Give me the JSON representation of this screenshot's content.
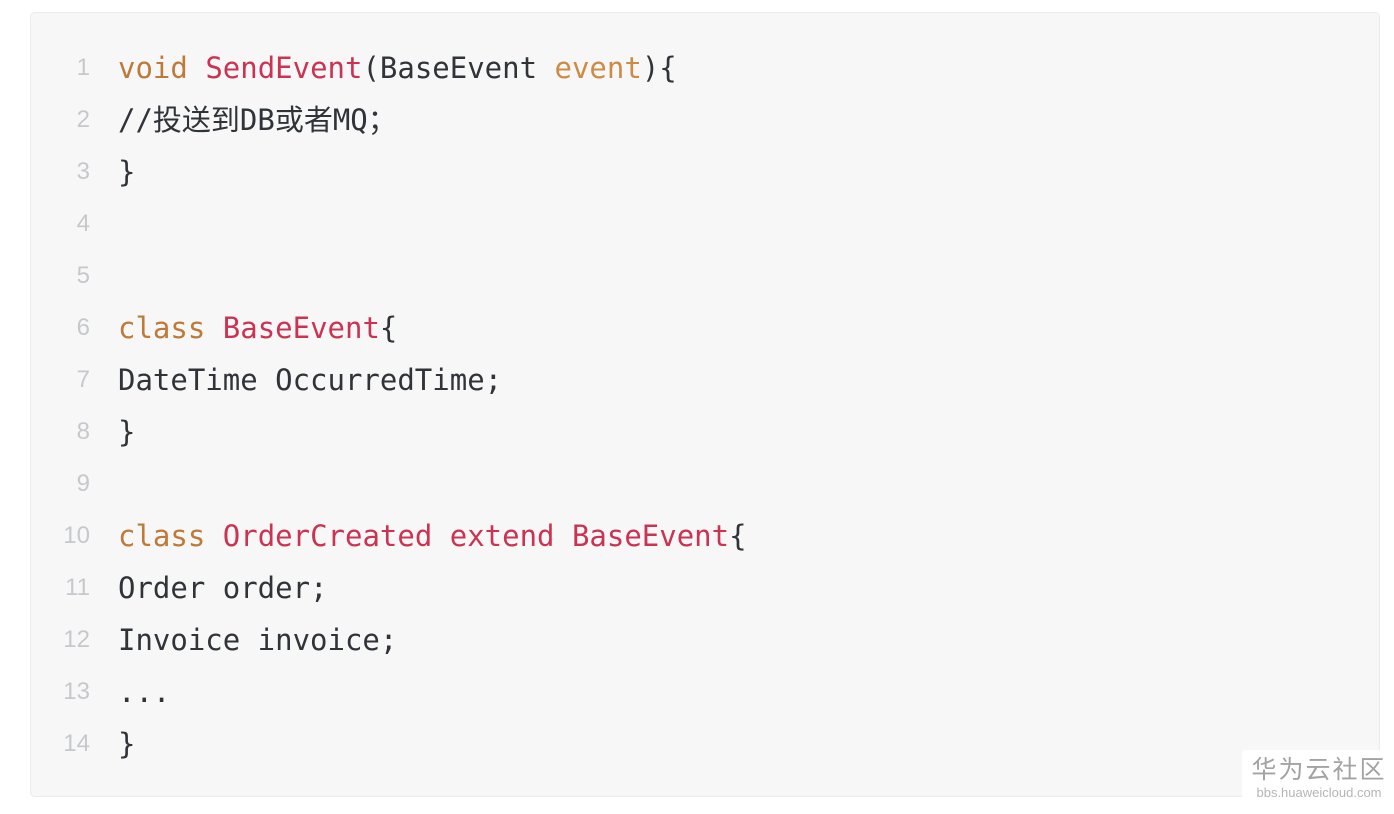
{
  "colors": {
    "page_bg": "#ffffff",
    "panel_bg": "#f7f7f8",
    "panel_border": "#ebebed",
    "line_number": "#c6c8cc",
    "plain": "#303338",
    "keyword": "#bd7a38",
    "title": "#cb3352",
    "param": "#cd8c46",
    "watermark_bg": "#ffffff",
    "watermark_title": "#a3a3a3",
    "watermark_subtitle": "#b5b5b5"
  },
  "code_block": {
    "lines": [
      {
        "number": "1",
        "tokens": [
          {
            "t": "void",
            "c": "keyword"
          },
          {
            "t": " ",
            "c": "plain"
          },
          {
            "t": "SendEvent",
            "c": "title"
          },
          {
            "t": "(BaseEvent ",
            "c": "plain"
          },
          {
            "t": "event",
            "c": "param"
          },
          {
            "t": "){",
            "c": "plain"
          }
        ]
      },
      {
        "number": "2",
        "tokens": [
          {
            "t": "//投送到DB或者MQ；",
            "c": "plain"
          }
        ]
      },
      {
        "number": "3",
        "tokens": [
          {
            "t": "}",
            "c": "plain"
          }
        ]
      },
      {
        "number": "4",
        "tokens": []
      },
      {
        "number": "5",
        "tokens": []
      },
      {
        "number": "6",
        "tokens": [
          {
            "t": "class",
            "c": "keyword"
          },
          {
            "t": " ",
            "c": "plain"
          },
          {
            "t": "BaseEvent",
            "c": "title"
          },
          {
            "t": "{",
            "c": "plain"
          }
        ]
      },
      {
        "number": "7",
        "tokens": [
          {
            "t": "DateTime OccurredTime;",
            "c": "plain"
          }
        ]
      },
      {
        "number": "8",
        "tokens": [
          {
            "t": "}",
            "c": "plain"
          }
        ]
      },
      {
        "number": "9",
        "tokens": []
      },
      {
        "number": "10",
        "tokens": [
          {
            "t": "class",
            "c": "keyword"
          },
          {
            "t": " ",
            "c": "plain"
          },
          {
            "t": "OrderCreated extend BaseEvent",
            "c": "title"
          },
          {
            "t": "{",
            "c": "plain"
          }
        ]
      },
      {
        "number": "11",
        "tokens": [
          {
            "t": "Order order;",
            "c": "plain"
          }
        ]
      },
      {
        "number": "12",
        "tokens": [
          {
            "t": "Invoice invoice;",
            "c": "plain"
          }
        ]
      },
      {
        "number": "13",
        "tokens": [
          {
            "t": "...",
            "c": "plain"
          }
        ]
      },
      {
        "number": "14",
        "tokens": [
          {
            "t": "}",
            "c": "plain"
          }
        ]
      }
    ]
  },
  "watermark": {
    "title": "华为云社区",
    "subtitle": "bbs.huaweicloud.com"
  }
}
